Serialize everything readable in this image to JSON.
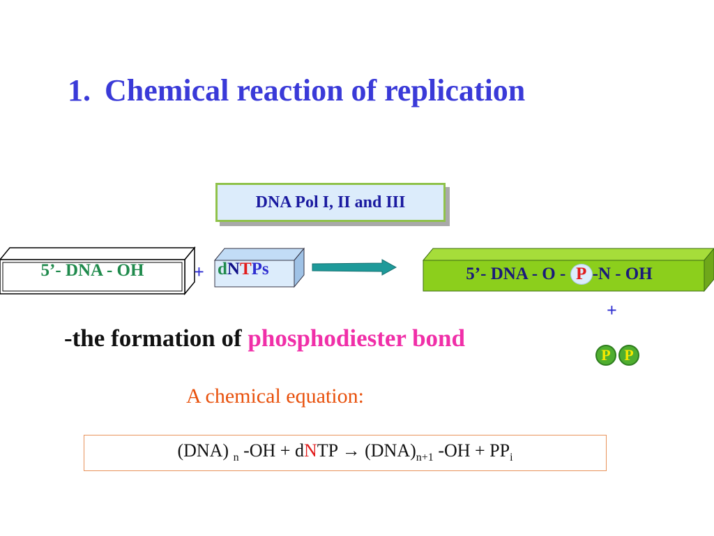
{
  "title": {
    "number": "1.",
    "text": "Chemical reaction of replication"
  },
  "enzyme": {
    "label": "DNA Pol I, II and III"
  },
  "reactants": {
    "dna": "5’- DNA - OH",
    "plus": "+",
    "dntps": {
      "d": "d",
      "N": "N",
      "T": "T",
      "Ps": "Ps"
    }
  },
  "product": {
    "before": "5’- DNA - O -",
    "p": "P",
    "after": "-N - OH",
    "plus": "+",
    "pp": [
      "P",
      "P"
    ]
  },
  "formation": {
    "prefix": "-the formation of",
    "highlight": "phosphodiester bond"
  },
  "equation_caption": "A chemical equation:",
  "equation": {
    "part1": "(DNA)",
    "sub_n": "n",
    "part2": "-OH + d",
    "N": "N",
    "part3": "TP → (DNA)",
    "sub_n1": "n+1",
    "part4": "-OH + PP",
    "sub_i": "i"
  },
  "colors": {
    "title": "#3a3ad8",
    "enzyme_fill": "#dcecfb",
    "enzyme_border": "#8fc24a",
    "product_box": "#8ccf1c",
    "arrow": "#1e9a9a",
    "highlight": "#f02fa8",
    "caption": "#e8500b"
  }
}
